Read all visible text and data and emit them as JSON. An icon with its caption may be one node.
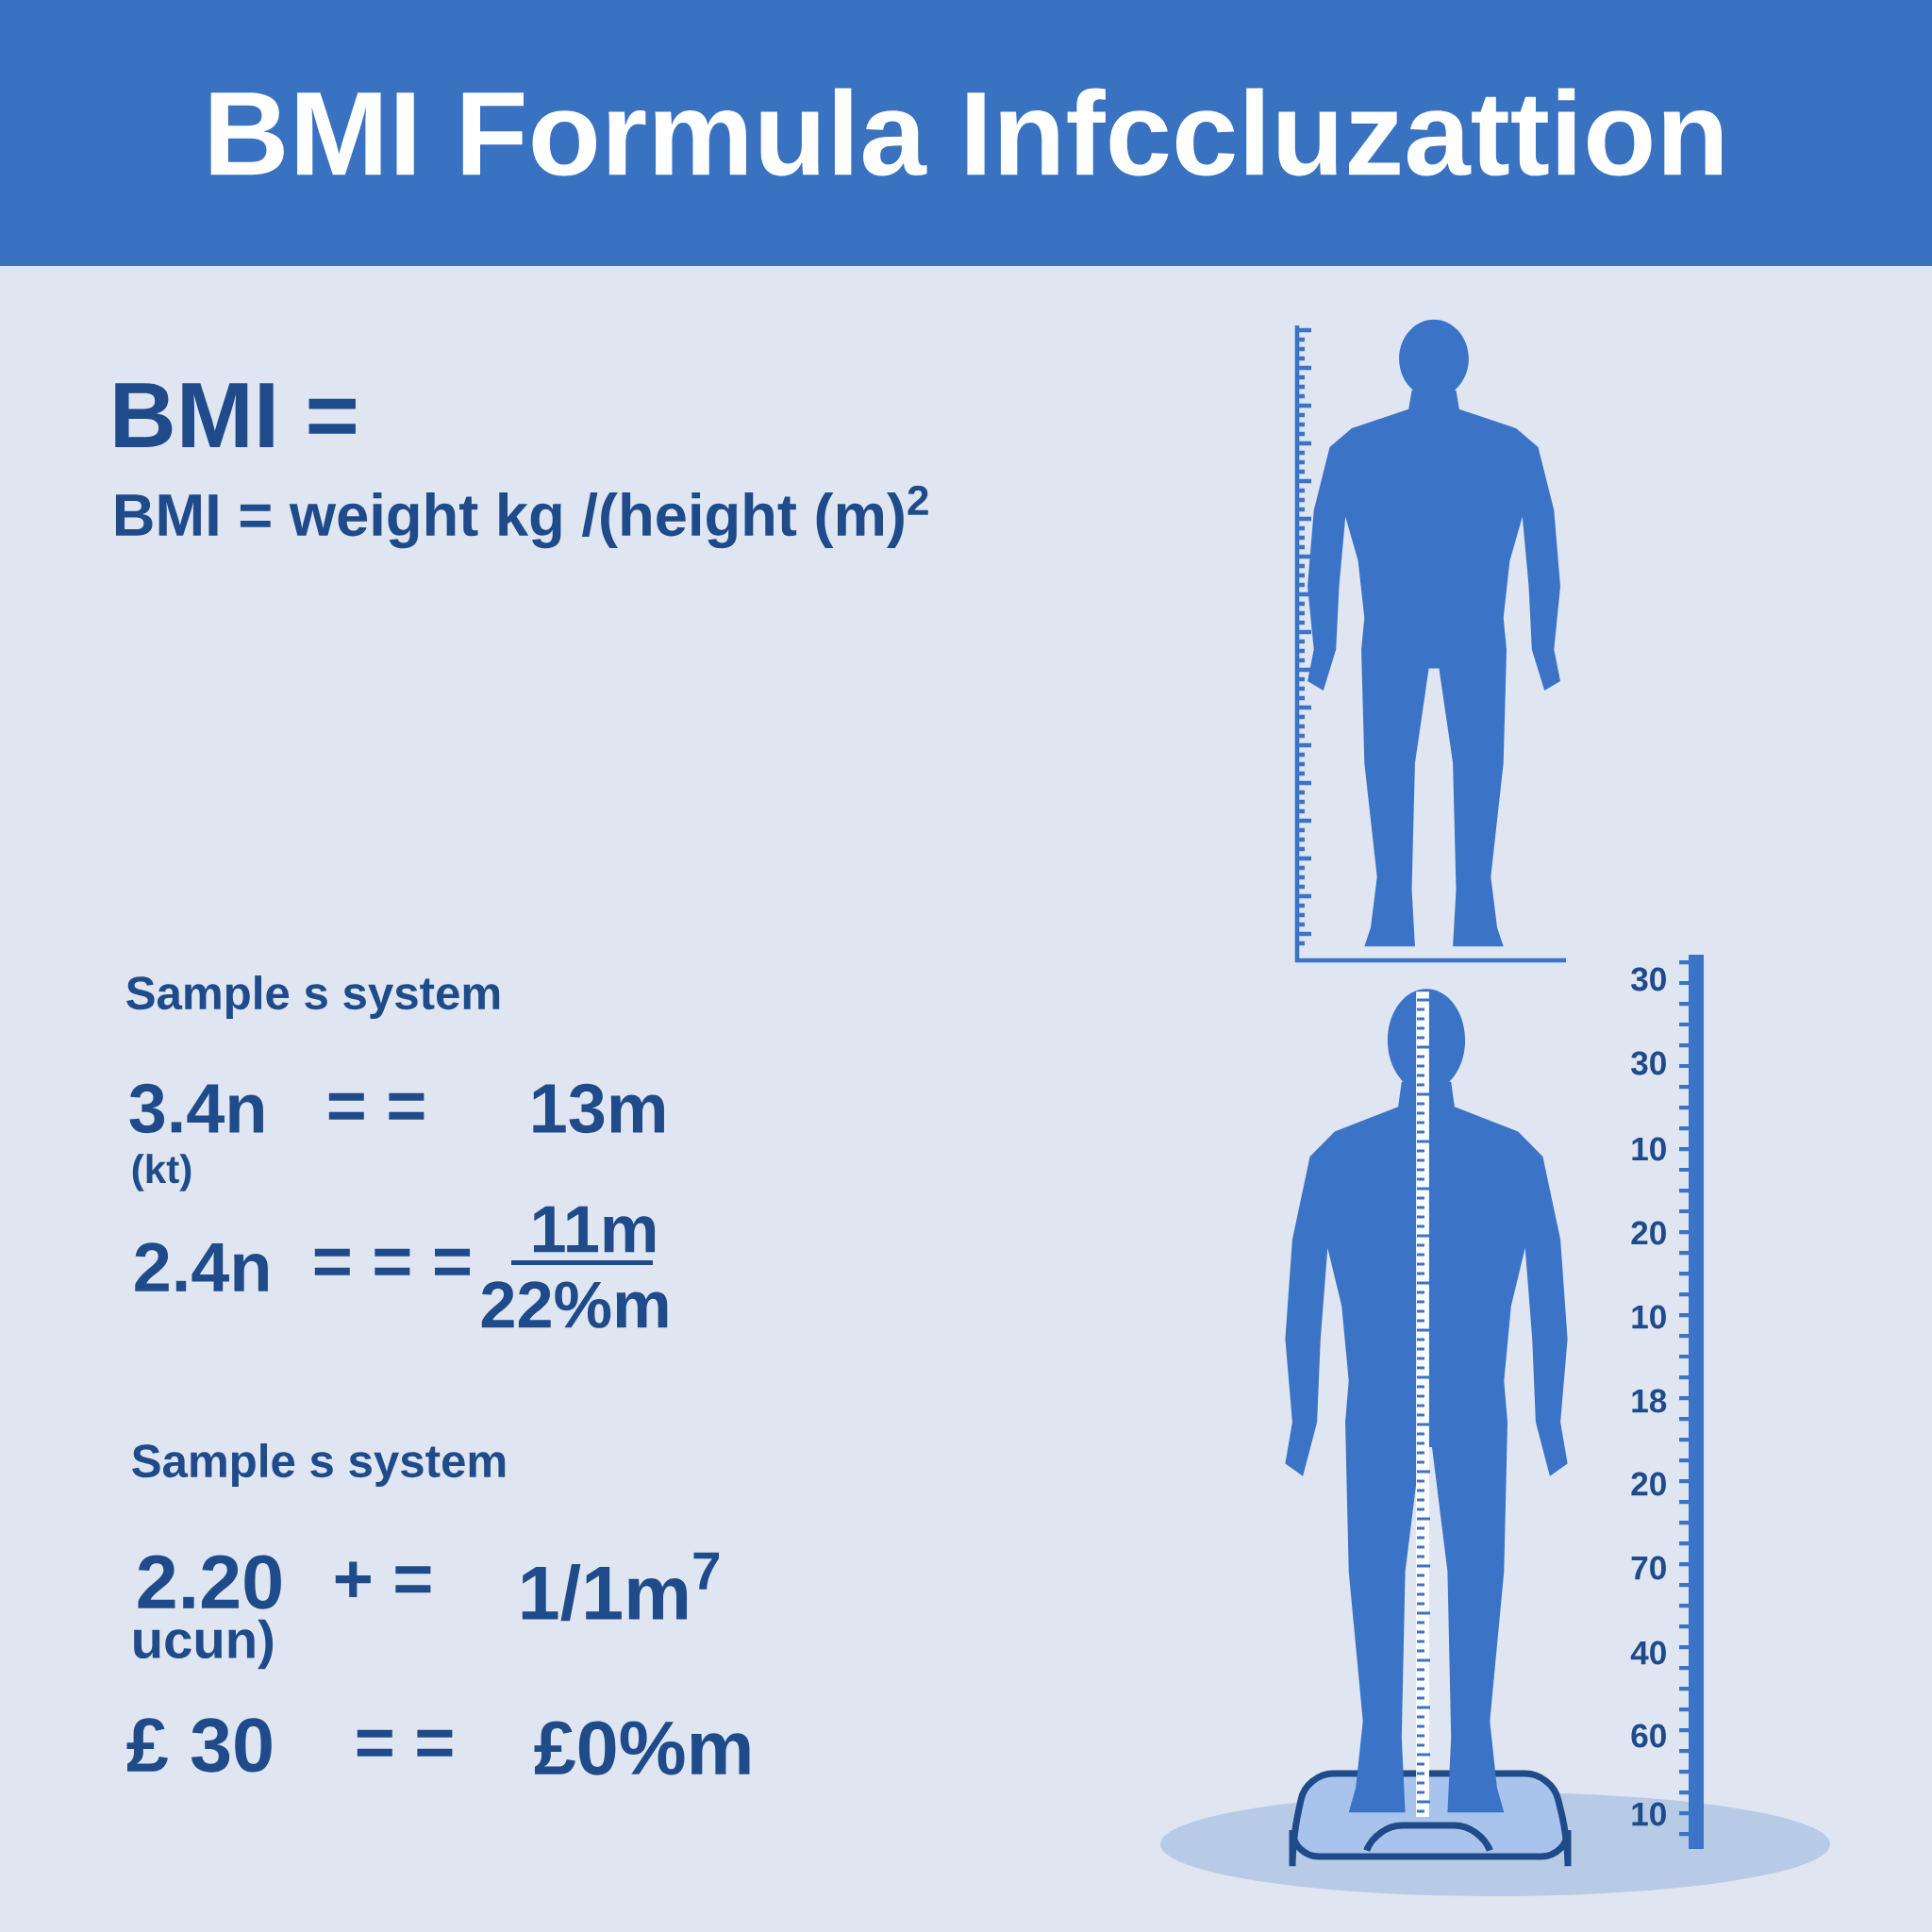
{
  "diagram": {
    "title": "BMI Formula Infccluzattion",
    "labels": [
      "BMI =",
      "BMI = weight kg /(height (m)$^{2}$",
      "Sample s system",
      "3.4n",
      "= =",
      "13m",
      "(kt)",
      "2.4n",
      "= = =",
      "11m",
      "22%m",
      "Sample s system",
      "2.20",
      "+ =",
      "1/1m$^{7}$",
      "ucun)",
      "£ 30",
      "= =",
      "£0%m",
      "30",
      "30",
      "10",
      "20",
      "10",
      "18",
      "20",
      "70",
      "40",
      "60",
      "10"
    ]
  }
}
